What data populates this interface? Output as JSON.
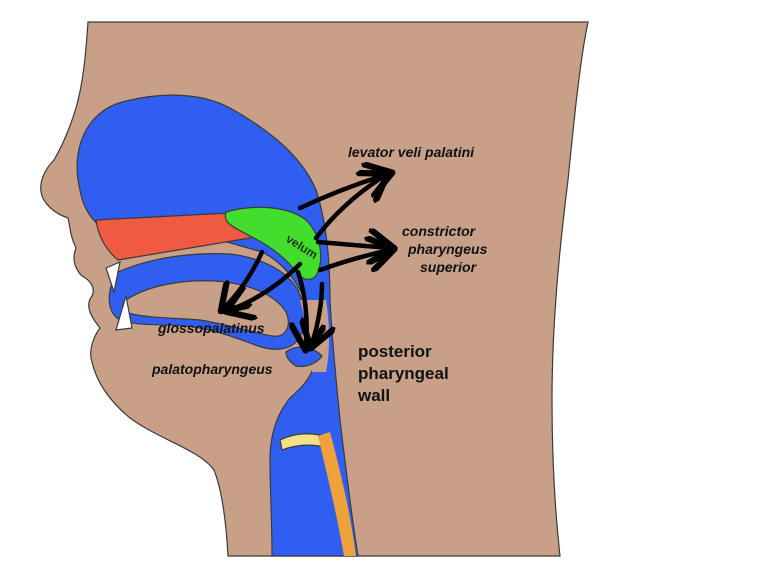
{
  "labels": {
    "velum": "velum",
    "levator_veli_palatini": "levator veli palatini",
    "constrictor_line1": "constrictor",
    "constrictor_line2": "pharyngeus",
    "constrictor_line3": "superior",
    "glossopalatinus": "glossopalatinus",
    "palatopharyngeus": "palatopharyngeus",
    "posterior_line1": "posterior",
    "posterior_line2": "pharyngeal",
    "posterior_line3": "wall"
  },
  "colors": {
    "skin": "#c8a088",
    "airway": "#2f5ef0",
    "palate": "#ee5a42",
    "velum": "#43dd2e",
    "teeth": "#ffffff",
    "hyoid": "#f2e08a",
    "esophagus_stripe": "#f0a23a",
    "outline": "#3a3a3a",
    "arrow": "#000000",
    "background": "#ffffff"
  }
}
